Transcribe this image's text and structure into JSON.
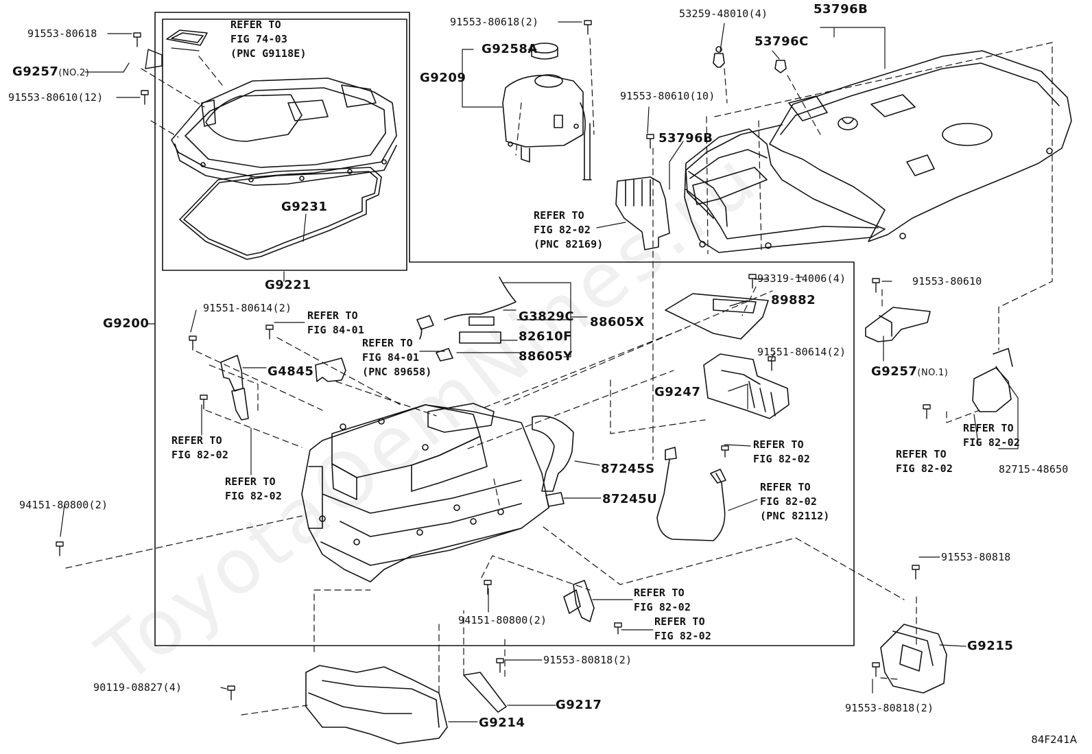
{
  "watermark": "ToyotaOemNines.ru",
  "figure_id": "84F241A",
  "callouts": {
    "p_91553_80618_a": "91553-80618",
    "p_g9257_no2_code": "G9257",
    "p_g9257_no2_sub": "(NO.2)",
    "p_91553_80610_12": "91553-80610(12)",
    "p_refer_74_03": "REFER TO\nFIG 74-03\n(PNC G9118E)",
    "p_g9231": "G9231",
    "p_g9221": "G9221",
    "p_g9200": "G9200",
    "p_91553_80618_2": "91553-80618(2)",
    "p_g9258a": "G9258A",
    "p_g9209": "G9209",
    "p_53259_48010": "53259-48010(4)",
    "p_53796b_top": "53796B",
    "p_53796c": "53796C",
    "p_91553_80610_10": "91553-80610(10)",
    "p_53796b_mid": "53796B",
    "p_refer_82169": "REFER TO\nFIG 82-02\n(PNC 82169)",
    "p_93319_14006": "93319-14006(4)",
    "p_89882": "89882",
    "p_91553_80610_r": "91553-80610",
    "p_g9257_no1_code": "G9257",
    "p_g9257_no1_sub": "(NO.1)",
    "p_g3829c": "G3829C",
    "p_82610f": "82610F",
    "p_88605x": "88605X",
    "p_88605y": "88605Y",
    "p_refer_89658": "REFER TO\nFIG 84-01\n(PNC 89658)",
    "p_refer_84_01": "REFER TO\nFIG 84-01",
    "p_91551_80614_l": "91551-80614(2)",
    "p_g4845": "G4845",
    "p_91551_80614_r": "91551-80614(2)",
    "p_g9247": "G9247",
    "p_refer_82_02_a": "REFER TO\nFIG 82-02",
    "p_refer_82_02_b": "REFER TO\nFIG 82-02",
    "p_94151_80800_l": "94151-80800(2)",
    "p_87245s": "87245S",
    "p_87245u": "87245U",
    "p_refer_82_02_c": "REFER TO\nFIG 82-02",
    "p_refer_82112": "REFER TO\nFIG 82-02\n(PNC 82112)",
    "p_refer_82_02_d": "REFER TO\nFIG 82-02",
    "p_refer_82_02_e": "REFER TO\nFIG 82-02",
    "p_82715_48650": "82715-48650",
    "p_91553_80818": "91553-80818",
    "p_g9215": "G9215",
    "p_91553_80818_2b": "91553-80818(2)",
    "p_94151_80800_m": "94151-80800(2)",
    "p_refer_82_02_f": "REFER TO\nFIG 82-02",
    "p_refer_82_02_g": "REFER TO\nFIG 82-02",
    "p_91553_80818_2a": "91553-80818(2)",
    "p_g9217": "G9217",
    "p_90119_08827": "90119-08827(4)",
    "p_g9214": "G9214"
  }
}
